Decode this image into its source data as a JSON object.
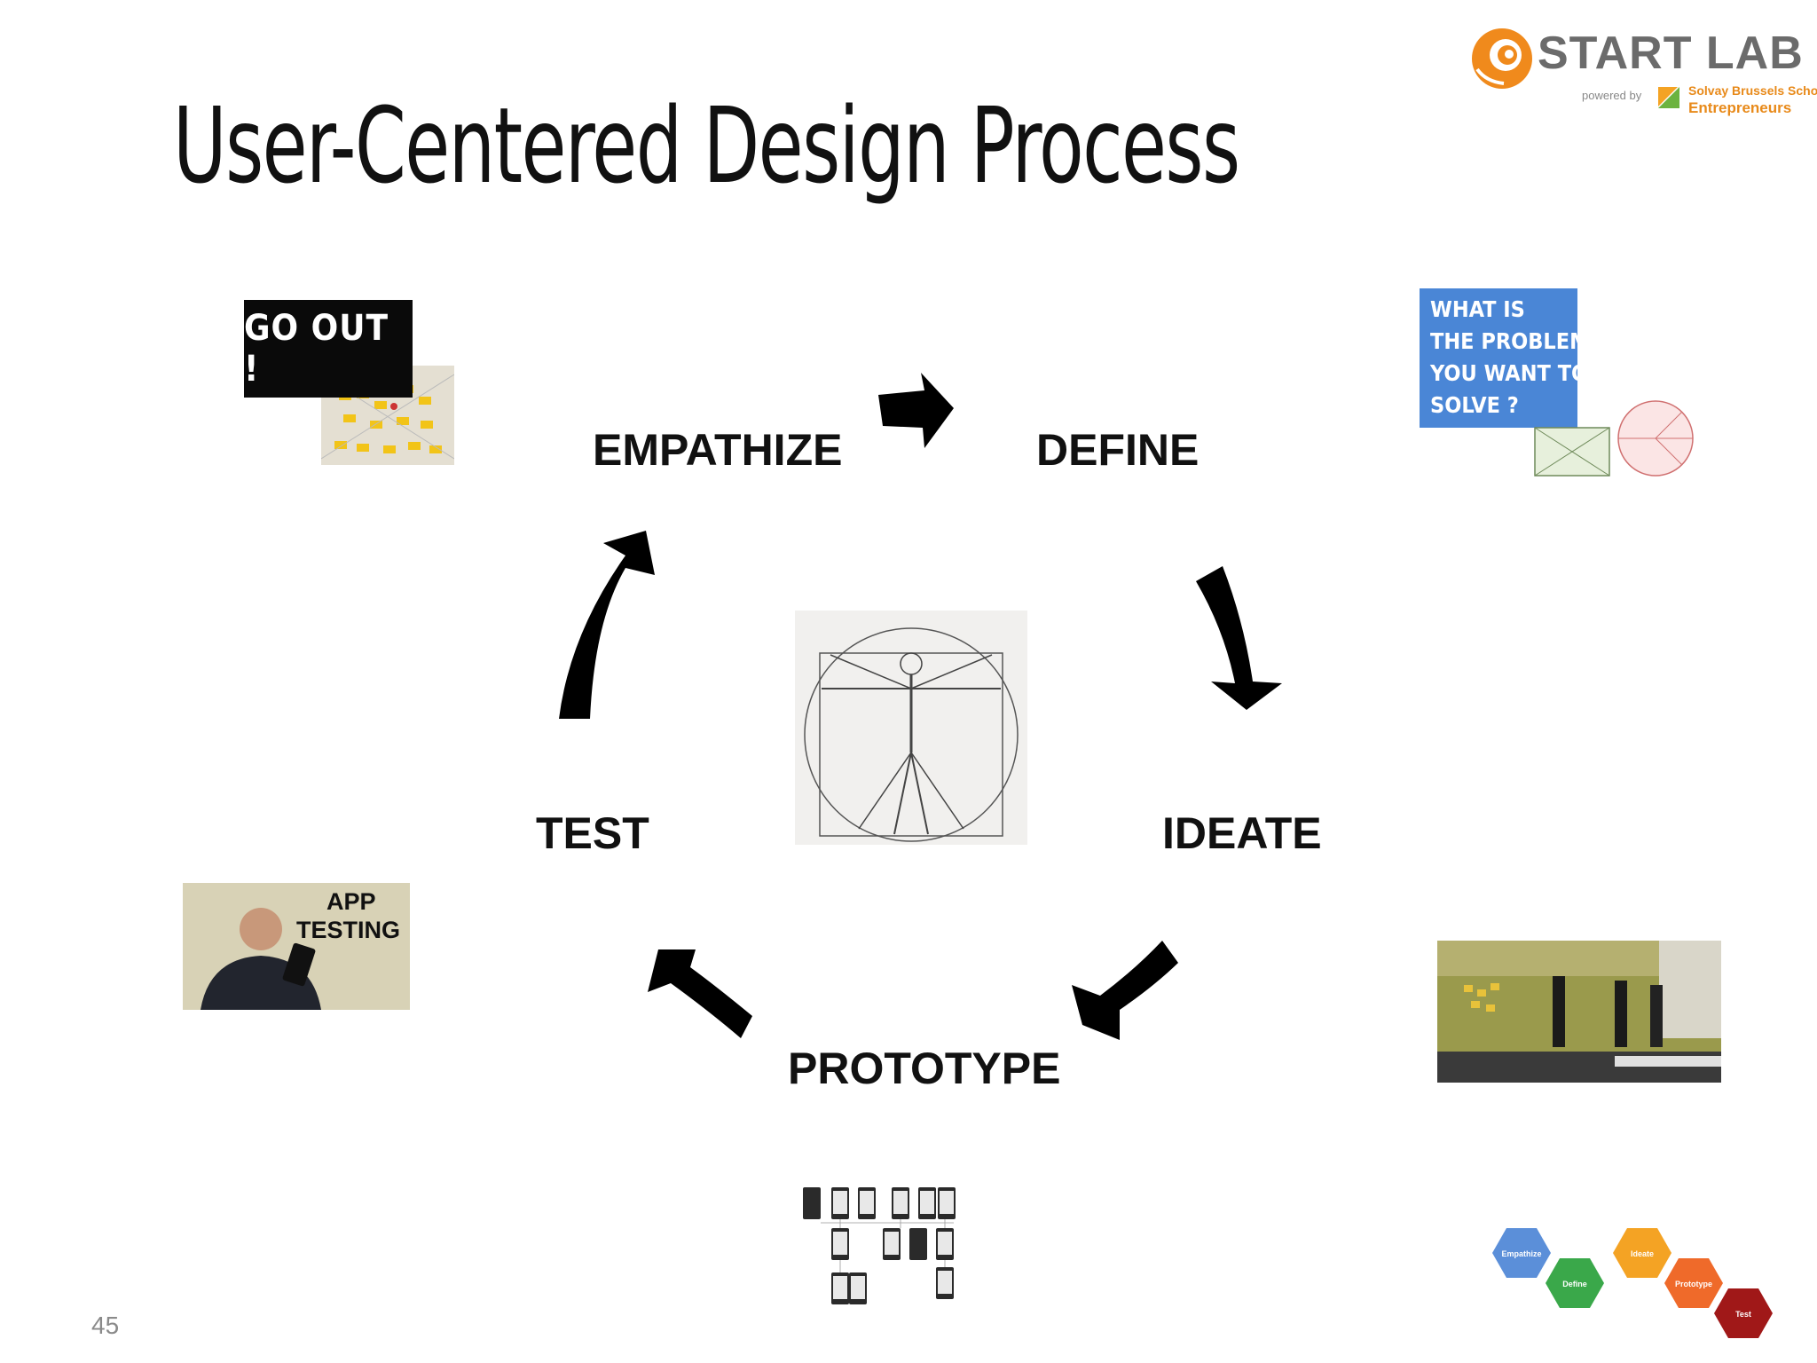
{
  "slide": {
    "title": "User-Centered Design Process",
    "page_number": "45"
  },
  "logo": {
    "name": "START LAB",
    "powered_by": "powered by",
    "partner_line1": "Solvay Brussels School",
    "partner_line2": "Entrepreneurs"
  },
  "stages": {
    "empathize": "EMPATHIZE",
    "define": "DEFINE",
    "ideate": "IDEATE",
    "prototype": "PROTOTYPE",
    "test": "TEST"
  },
  "images": {
    "go_out_label": "GO OUT !",
    "define_question": [
      "WHAT IS",
      "THE PROBLEM",
      "YOU WANT TO",
      "SOLVE ?"
    ],
    "app_testing": [
      "APP",
      "TESTING"
    ],
    "hexagons": [
      {
        "label": "Empathize",
        "color": "#5b8fd9"
      },
      {
        "label": "Define",
        "color": "#3aa84a"
      },
      {
        "label": "Ideate",
        "color": "#f4a324"
      },
      {
        "label": "Prototype",
        "color": "#ef6a2a"
      },
      {
        "label": "Test",
        "color": "#a01818"
      }
    ]
  }
}
